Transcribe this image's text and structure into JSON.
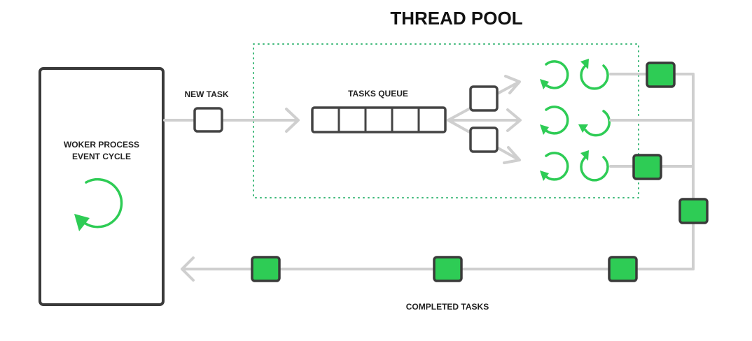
{
  "title": "THREAD POOL",
  "worker": {
    "line1": "WOKER PROCESS",
    "line2": "EVENT CYCLE"
  },
  "labels": {
    "new_task": "NEW TASK",
    "tasks_queue": "TASKS QUEUE",
    "completed_tasks": "COMPLETED TASKS"
  },
  "colors": {
    "accent": "#2ecc55",
    "stroke": "#444444",
    "connector": "#cfcfcf",
    "pool_border": "#3cb878"
  },
  "icons": {
    "spinner": "refresh-cycle-icon",
    "arrow": "arrow-right-icon"
  }
}
